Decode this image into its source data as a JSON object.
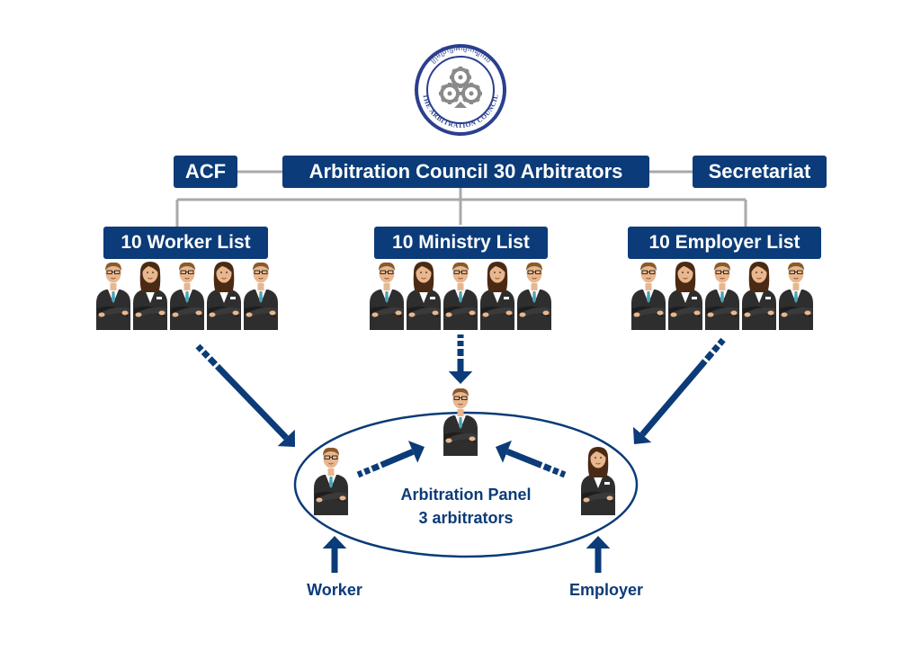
{
  "logo": {
    "ring_text": "THE ARBITRATION COUNCIL",
    "khmer_text": "ក្រុមប្រឹក្សាអាជ្ញាកណ្តាល",
    "colors": {
      "ring": "#2b3f8f",
      "gear": "#8a8a8a"
    },
    "icon": "gears-seal-icon"
  },
  "top_row": {
    "left": "ACF",
    "center": "Arbitration Council 30 Arbitrators",
    "right": "Secretariat"
  },
  "lists": [
    {
      "label": "10 Worker List",
      "members": [
        "m",
        "f",
        "m",
        "f",
        "m"
      ]
    },
    {
      "label": "10 Ministry List",
      "members": [
        "m",
        "f",
        "m",
        "f",
        "m"
      ]
    },
    {
      "label": "10 Employer List",
      "members": [
        "m",
        "f",
        "m",
        "f",
        "m"
      ]
    }
  ],
  "panel": {
    "title": "Arbitration Panel",
    "subtitle": "3 arbitrators",
    "members": [
      "m",
      "m",
      "f"
    ]
  },
  "parties": {
    "worker": "Worker",
    "employer": "Employer"
  },
  "colors": {
    "navy": "#0b3b78",
    "connector": "#a9a9a9",
    "suit": "#2e2e2e",
    "skin": "#e8b78e",
    "hair_male": "#8a5a2b",
    "hair_female": "#4a2a14",
    "tie": "#4aa3b5"
  }
}
